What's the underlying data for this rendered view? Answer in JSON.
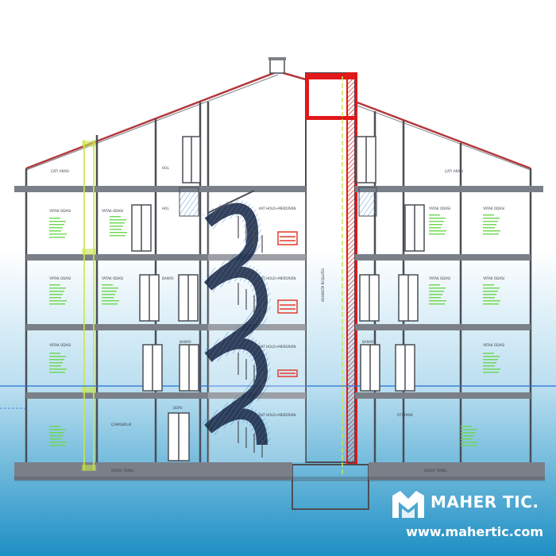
{
  "colors": {
    "sky_top": "#ffffff",
    "sky_bottom": "#1d8fc4",
    "wall": "#4a4e55",
    "slab": "#7b8088",
    "roof": "#b3373b",
    "shaft_red": "#e0191b",
    "guide_green": "#c8e64a",
    "text_green": "#6bd84f",
    "accent_red": "#e23c2c",
    "section_blue": "#2b6fd6",
    "logo_text": "#ffffff"
  },
  "brand": {
    "logo_icon": "maher-m-logo",
    "name": "MAHER TIC.",
    "url": "www.mahertic.com"
  },
  "drawing": {
    "attic_labels": [
      "ÇATI ARASI",
      "HOL",
      "ÇATI ARASI"
    ],
    "floor3_labels": [
      "YATAK ODASI",
      "YATAK ODASI",
      "HOL",
      "KAT HOLÜ+MERDİVEN",
      "YATAK ODASI",
      "YATAK ODASI"
    ],
    "floor2_labels": [
      "YATAK ODASI",
      "YATAK ODASI",
      "BANYO",
      "KAT HOLÜ+MERDİVEN",
      "YATAK ODASI",
      "YATAK ODASI"
    ],
    "floor1_labels": [
      "YATAK ODASI",
      "BANYO",
      "KAT HOLÜ+MERDİVEN",
      "BANYO",
      "YATAK ODASI"
    ],
    "ground_labels": [
      "ÇAMAŞIRLIK",
      "DEPO",
      "KAT HOLÜ+MERDİVEN",
      "OTOPARK"
    ],
    "shaft_label": "ASANSÖR BOŞLUĞU",
    "foundation_labels": [
      "RADYE TEMEL",
      "RADYE TEMEL"
    ]
  }
}
